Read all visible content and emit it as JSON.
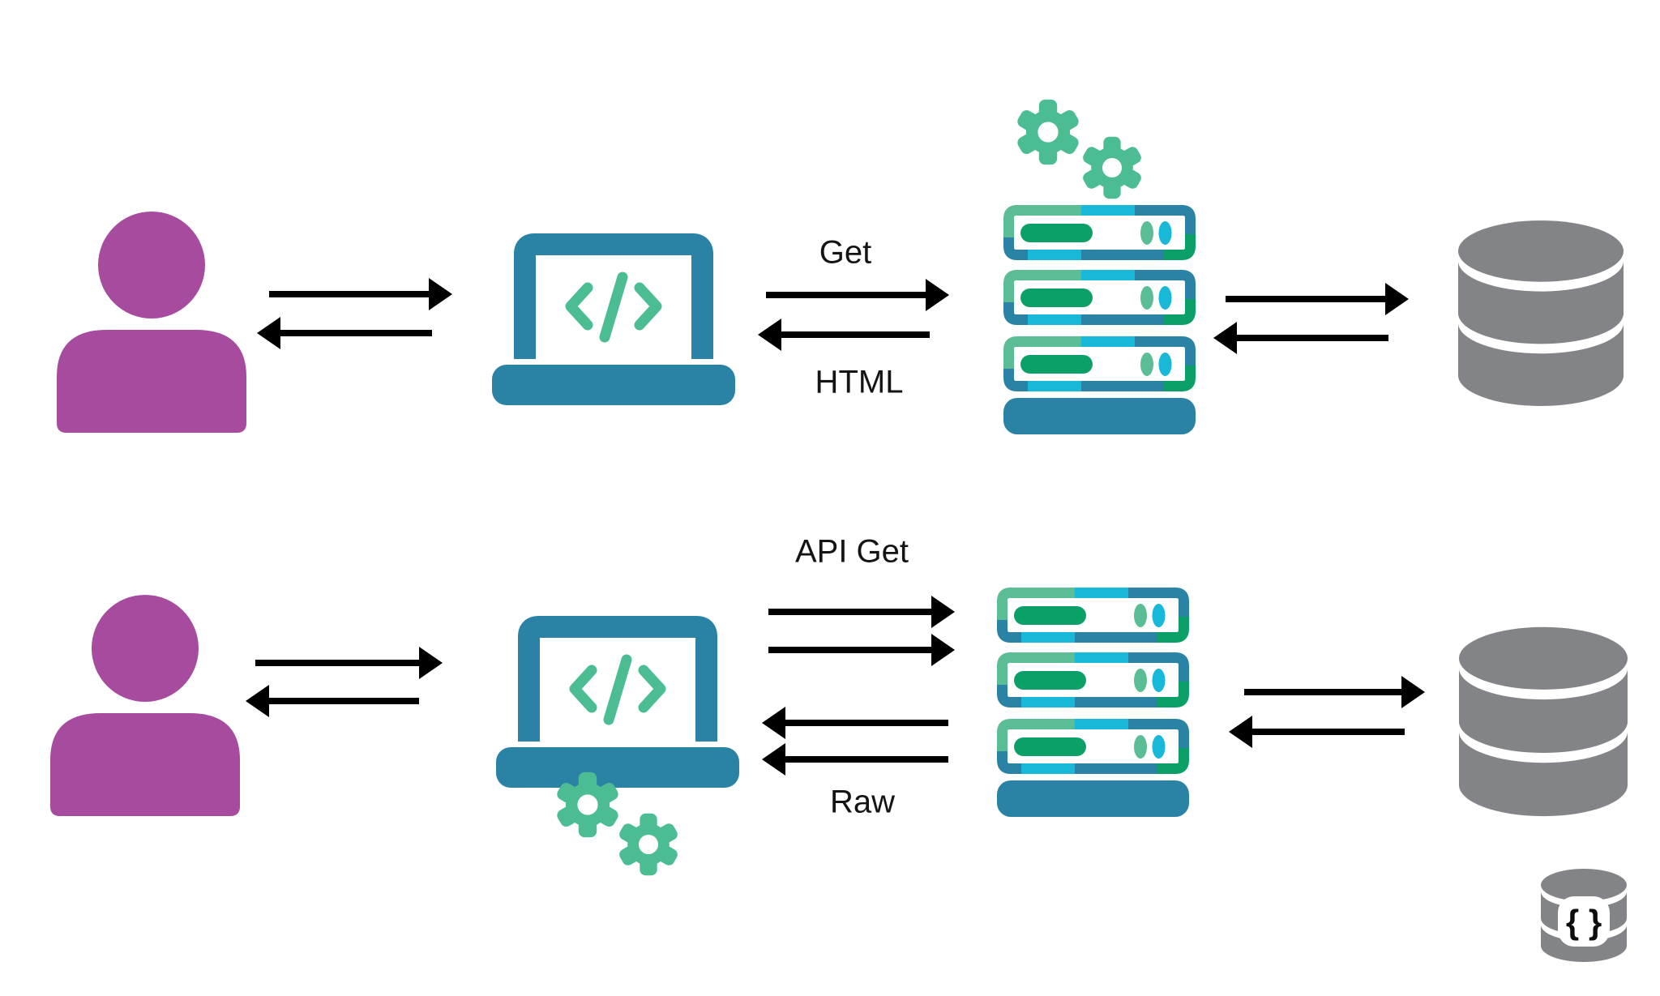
{
  "colors": {
    "user_purple": "#A74B9F",
    "device_teal": "#2A83A5",
    "accent_green": "#4CBD92",
    "accent_light_green": "#5BBD95",
    "accent_cyan": "#17B8D8",
    "accent_dark_green": "#0CA069",
    "database_gray": "#838487",
    "arrow_black": "#000000"
  },
  "flows": [
    {
      "name": "server-rendered-html-flow",
      "request_label": "Get",
      "response_label": "HTML",
      "nodes": [
        "user",
        "code-laptop",
        "gears",
        "server-stack",
        "database"
      ]
    },
    {
      "name": "api-raw-data-flow",
      "request_label": "API Get",
      "response_label": "Raw",
      "nodes": [
        "user",
        "code-laptop",
        "gears",
        "server-stack",
        "database",
        "json-database"
      ]
    }
  ],
  "json_database_glyph": "{ }"
}
